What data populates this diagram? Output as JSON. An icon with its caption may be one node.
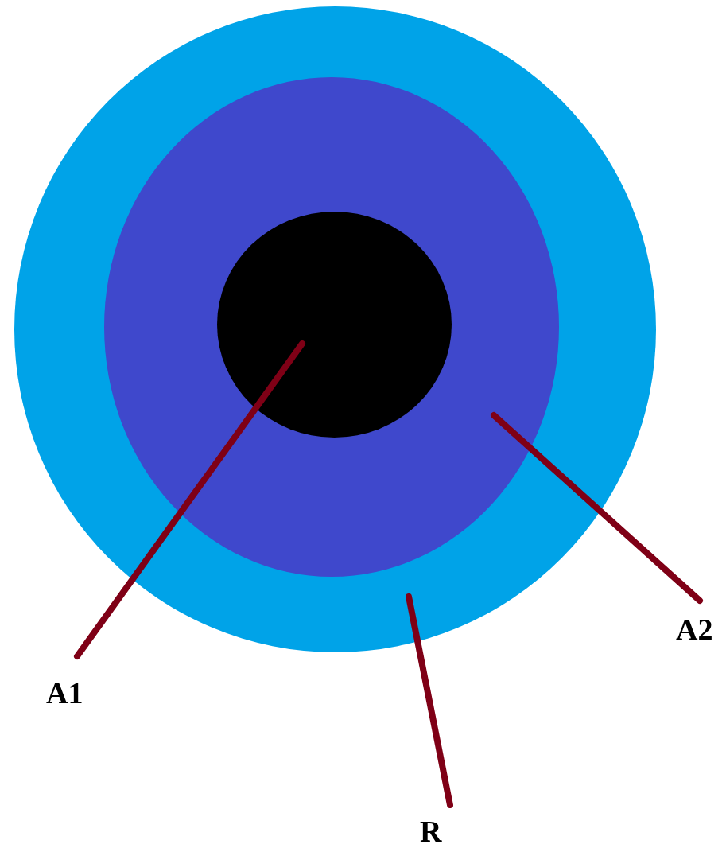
{
  "diagram": {
    "nodes": [
      {
        "text": [],
        "shape": "circle"
      },
      {
        "text": [],
        "shape": "circle",
        "in": 0
      },
      {
        "text": [],
        "shape": "circle",
        "in": 1
      },
      {
        "text": [
          "A1"
        ]
      },
      {
        "text": [
          "A2"
        ]
      },
      {
        "text": [
          "R"
        ]
      }
    ],
    "edges": [
      {
        "from": 3,
        "to": 2,
        "arrow": "none"
      },
      {
        "from": 4,
        "to": 1,
        "arrow": "none"
      },
      {
        "from": 5,
        "to": 0,
        "arrow": "none"
      }
    ]
  }
}
